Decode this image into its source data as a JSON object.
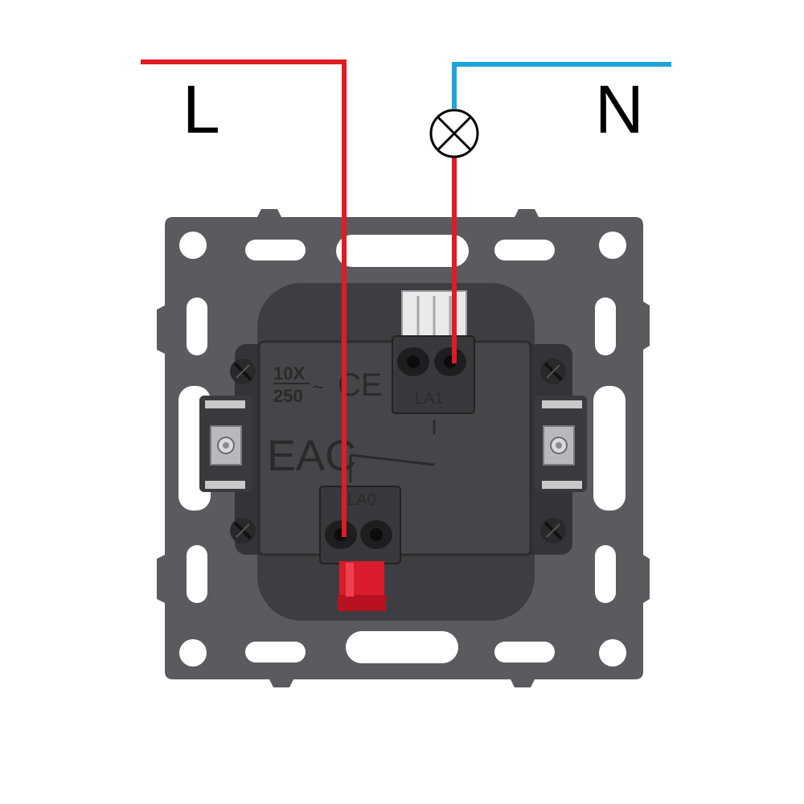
{
  "labels": {
    "line": "L",
    "neutral": "N"
  },
  "markings": {
    "current": "10X",
    "voltage": "250",
    "ac": "~",
    "ce": "CE",
    "eac": "EAC",
    "terminal_top": "LA1",
    "terminal_bottom": "LA0"
  },
  "icons": {
    "lamp": "lamp-icon",
    "switch": "switch-symbol-icon"
  },
  "colors": {
    "line_wire": "#e01b22",
    "neutral_wire": "#1ea4dd",
    "plate": "#5b5b5f",
    "body": "#3e3e42",
    "release_tab": "#d81c2c"
  }
}
